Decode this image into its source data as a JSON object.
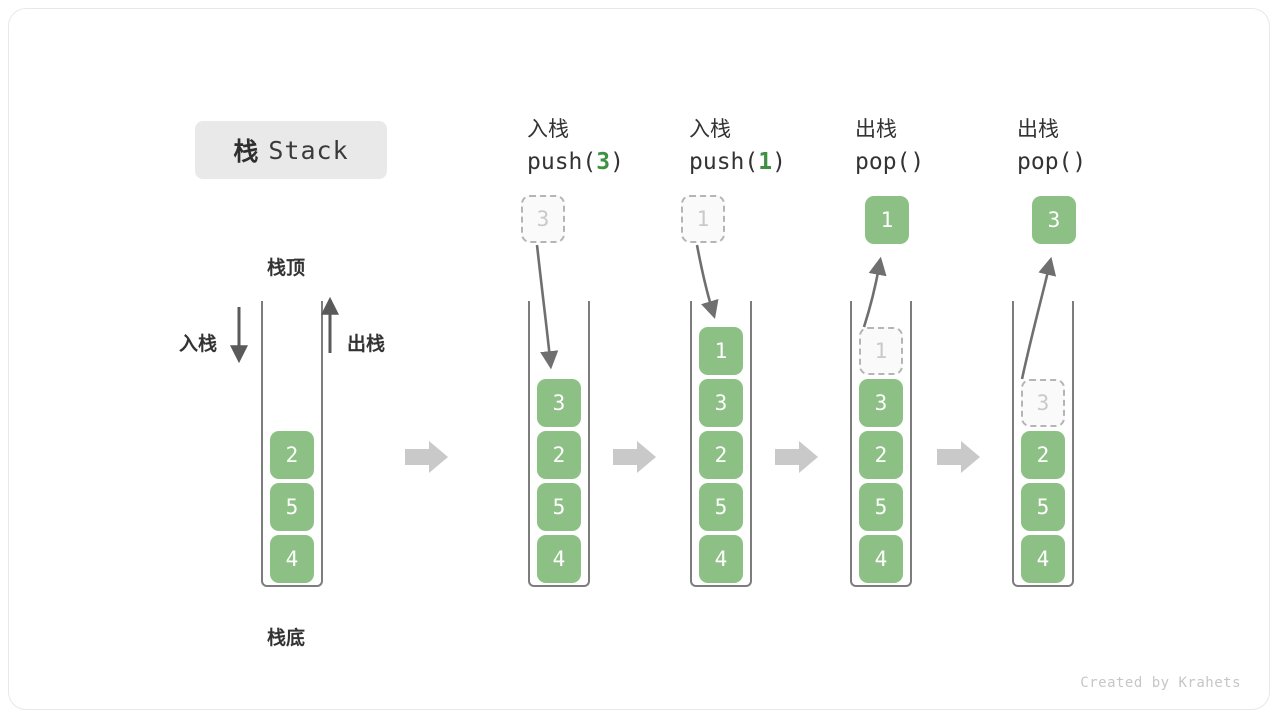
{
  "title": {
    "cn": "栈",
    "en": "Stack"
  },
  "labels": {
    "top": "栈顶",
    "bottom": "栈底",
    "push": "入栈",
    "pop": "出栈"
  },
  "colors": {
    "element": "#8cc084",
    "ghost_text": "#c9c9c9",
    "ghost_border": "#b5b5b5",
    "accent_green": "#3f9142",
    "tube_border": "#7d7d7d",
    "arrow_gray": "#c9c9c9",
    "curve_gray": "#6f6f6f",
    "badge_bg": "#e9e9e9",
    "text_dark": "#333333"
  },
  "columns": [
    {
      "id": "initial",
      "header_cn": "",
      "header_fn_prefix": "",
      "header_fn_arg": "",
      "header_fn_suffix": "",
      "stack": [
        "4",
        "5",
        "2"
      ],
      "ghost_in_stack": null,
      "float_ghost": null,
      "float_popped": null
    },
    {
      "id": "push-3",
      "header_cn": "入栈",
      "header_fn_prefix": "push(",
      "header_fn_arg": "3",
      "header_fn_suffix": ")",
      "stack": [
        "4",
        "5",
        "2",
        "3"
      ],
      "ghost_in_stack": null,
      "float_ghost": "3",
      "float_popped": null
    },
    {
      "id": "push-1",
      "header_cn": "入栈",
      "header_fn_prefix": "push(",
      "header_fn_arg": "1",
      "header_fn_suffix": ")",
      "stack": [
        "4",
        "5",
        "2",
        "3",
        "1"
      ],
      "ghost_in_stack": null,
      "float_ghost": "1",
      "float_popped": null
    },
    {
      "id": "pop-1",
      "header_cn": "出栈",
      "header_fn_prefix": "pop(",
      "header_fn_arg": "",
      "header_fn_suffix": ")",
      "stack": [
        "4",
        "5",
        "2",
        "3"
      ],
      "ghost_in_stack": "1",
      "float_ghost": null,
      "float_popped": "1"
    },
    {
      "id": "pop-3",
      "header_cn": "出栈",
      "header_fn_prefix": "pop(",
      "header_fn_arg": "",
      "header_fn_suffix": ")",
      "stack": [
        "4",
        "5",
        "2"
      ],
      "ghost_in_stack": "3",
      "float_ghost": null,
      "float_popped": "3"
    }
  ],
  "credit": "Created by Krahets"
}
